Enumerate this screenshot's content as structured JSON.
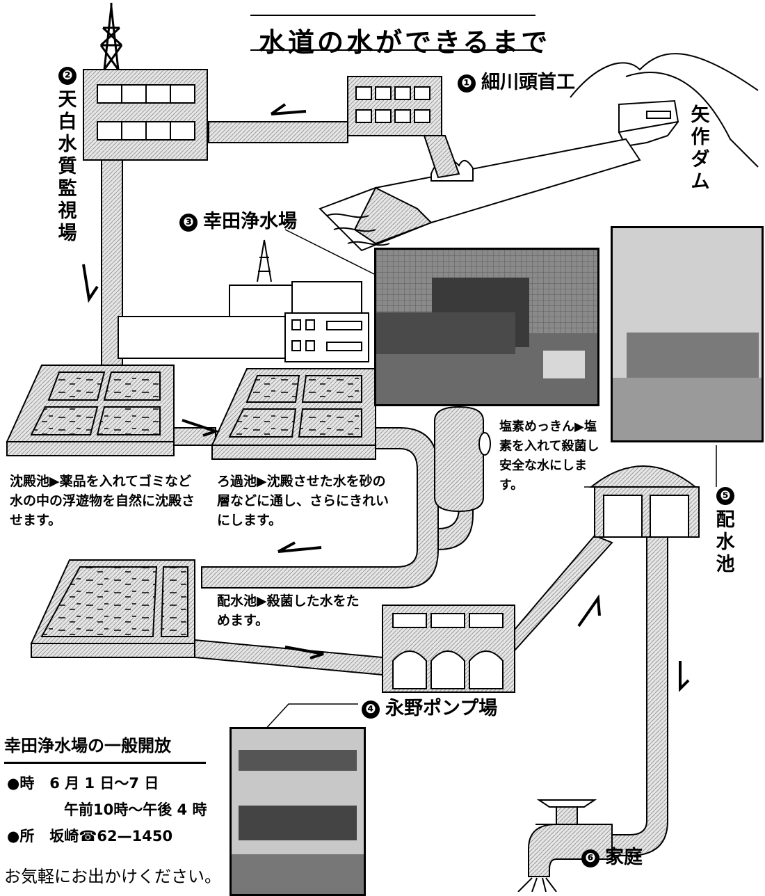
{
  "title": "水道の水ができるまで",
  "stations": {
    "s1": {
      "num": "❶",
      "name": "細川頭首工"
    },
    "s2": {
      "num": "❷",
      "chars": [
        "天",
        "白",
        "水",
        "質",
        "監",
        "視",
        "場"
      ]
    },
    "s3": {
      "num": "❸",
      "name": "幸田浄水場"
    },
    "s4": {
      "num": "❹",
      "name": "永野ポンプ場"
    },
    "s5": {
      "num": "❺",
      "chars": [
        "配",
        "水",
        "池"
      ]
    },
    "s6": {
      "num": "❻",
      "name": "家庭"
    },
    "dam": {
      "chars": [
        "矢",
        "作",
        "ダ",
        "ム"
      ]
    }
  },
  "descriptions": {
    "sedimentation": "沈殿池▶薬品を入れてゴミなど水の中の浮遊物を自然に沈殿させます。",
    "filtration": "ろ過池▶沈殿させた水を砂の層などに通し、さらにきれいにします。",
    "chlorine": "塩素めっきん▶塩素を入れて殺菌し安全な水にします。",
    "reservoir": "配水池▶殺菌した水をためます。"
  },
  "open_house": {
    "title": "幸田浄水場の一般開放",
    "time_label": "●時",
    "dates": "6 月 1 日〜7 日",
    "hours": "午前10時〜午後 4 時",
    "place_label": "●所",
    "place": "坂崎☎62—1450",
    "footer": "お気軽にお出かけください。"
  }
}
